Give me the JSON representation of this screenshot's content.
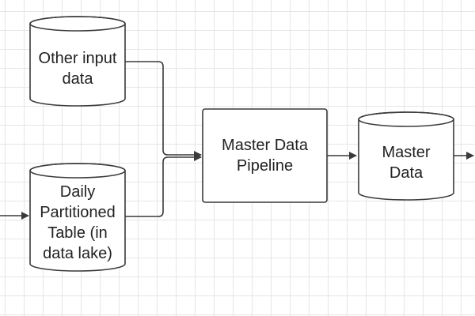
{
  "diagram": {
    "nodes": [
      {
        "id": "other_input",
        "shape": "cylinder",
        "label": "Other input data"
      },
      {
        "id": "daily_table",
        "shape": "cylinder",
        "label": "Daily Partitioned Table (in data lake)"
      },
      {
        "id": "pipeline",
        "shape": "rounded-rectangle",
        "label": "Master Data Pipeline"
      },
      {
        "id": "master",
        "shape": "cylinder",
        "label": "Master Data"
      }
    ],
    "edges": [
      {
        "from": "off-canvas-left",
        "to": "daily_table"
      },
      {
        "from": "other_input",
        "to": "pipeline"
      },
      {
        "from": "daily_table",
        "to": "pipeline"
      },
      {
        "from": "pipeline",
        "to": "master"
      },
      {
        "from": "master",
        "to": "off-canvas-right"
      }
    ]
  },
  "colors": {
    "stroke": "#3a3a3a",
    "grid": "#e6e6e6",
    "text": "#222222",
    "fill": "#ffffff"
  }
}
